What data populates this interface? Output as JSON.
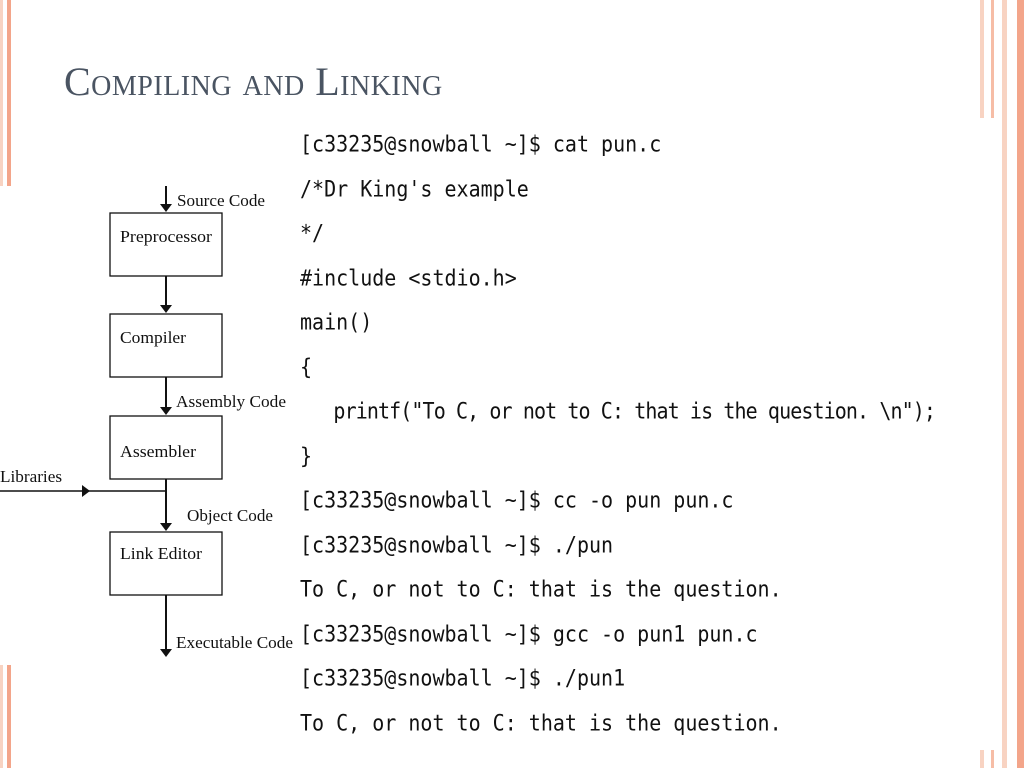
{
  "slide": {
    "title": "Compiling and Linking",
    "colors": {
      "title": "#4a5462",
      "accent_stripe": "#f3a58a",
      "accent_stripe_light": "#f8d3c2"
    }
  },
  "diagram": {
    "inputs": {
      "source": "Source Code",
      "libraries": "Libraries"
    },
    "boxes": [
      "Preprocessor",
      "Compiler",
      "Assembler",
      "Link Editor"
    ],
    "edge_labels": {
      "assembly": "Assembly Code",
      "object": "Object Code",
      "executable": "Executable Code"
    }
  },
  "terminal": {
    "lines": [
      "[c33235@snowball ~]$ cat pun.c",
      "/*Dr King's example",
      "*/",
      "#include <stdio.h>",
      "main()",
      "{",
      "   printf(\"To C, or not to C: that is the question. \\n\");",
      "}",
      "[c33235@snowball ~]$ cc -o pun pun.c",
      "[c33235@snowball ~]$ ./pun",
      "To C, or not to C: that is the question.",
      "[c33235@snowball ~]$ gcc -o pun1 pun.c",
      "[c33235@snowball ~]$ ./pun1",
      "To C, or not to C: that is the question."
    ]
  }
}
